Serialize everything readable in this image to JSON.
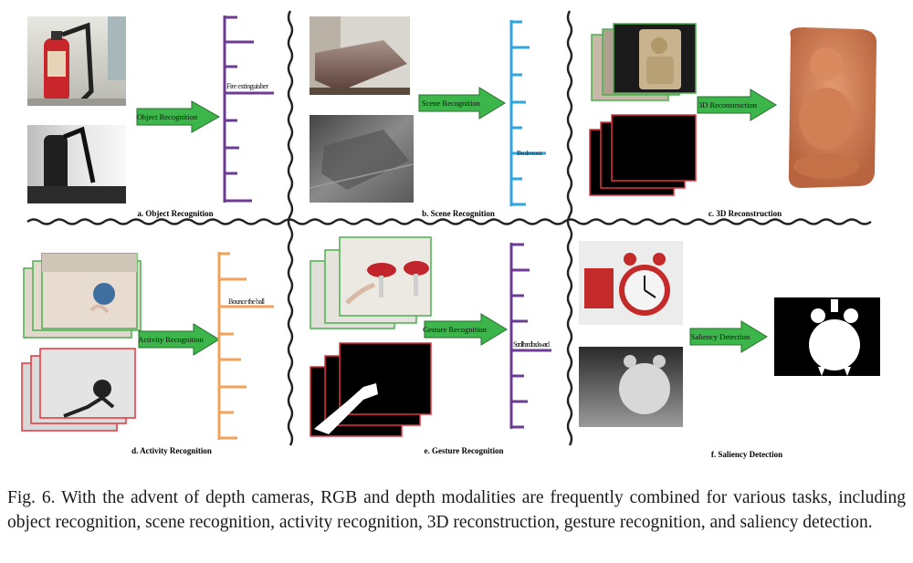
{
  "panels": {
    "a": {
      "caption": "a. Object Recognition",
      "arrow_label": "Object Recognition",
      "result_label": "Fire extinguisher"
    },
    "b": {
      "caption": "b. Scene Recognition",
      "arrow_label": "Scene Recognition",
      "result_label": "Bedroom"
    },
    "c": {
      "caption": "c. 3D Reconstruction",
      "arrow_label": "3D Reconstruction"
    },
    "d": {
      "caption": "d. Activity Recognition",
      "arrow_label": "Activity Recognition",
      "result_label": "Bounce the ball"
    },
    "e": {
      "caption": "e. Gesture Recognition",
      "arrow_label": "Gesture Recognition",
      "result_label": "Scroll hand backward"
    },
    "f": {
      "caption": "f. Saliency Detection",
      "arrow_label": "Saliency Detection"
    }
  },
  "figure_caption": "Fig. 6.  With the advent of depth cameras, RGB and depth modalities are frequently combined for various tasks, including object recognition, scene recognition, activity recognition, 3D reconstruction, gesture recognition, and saliency detection.",
  "colors": {
    "arrow_fill": "#3cb54a",
    "arrow_stroke": "#2a6e2f",
    "bar_purple": "#6c3b95",
    "bar_blue": "#2ea6df",
    "bar_orange": "#f4a259",
    "frame_green": "#4caf50",
    "frame_red": "#e5333c"
  },
  "icons": [
    "fire-extinguisher-photo",
    "depth-photo",
    "bedroom-photo",
    "statue-photo",
    "ball-photo",
    "hand-photo",
    "alarm-clock-photo",
    "saliency-mask"
  ]
}
